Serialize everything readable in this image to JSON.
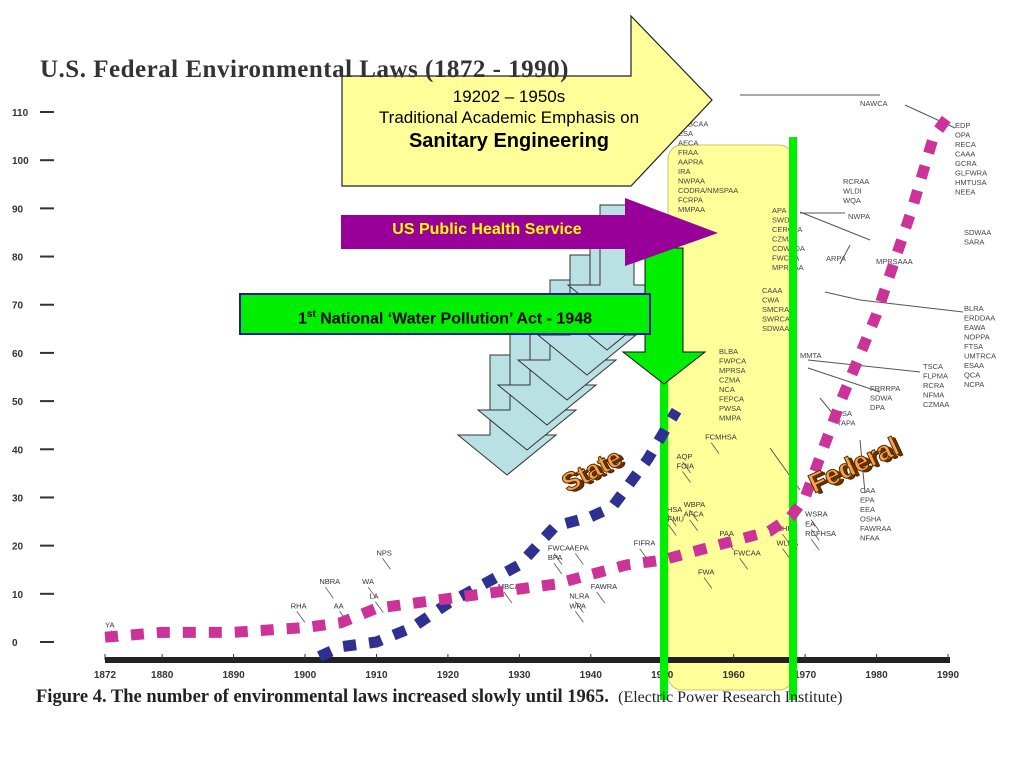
{
  "header": {
    "title": "U.S. Federal Environmental  Laws   (1872 - 1990)"
  },
  "caption": {
    "text": "Figure 4. The number of environmental laws increased slowly until 1965.",
    "source": "(Electric Power Research Institute)"
  },
  "callouts": {
    "sanitary_line1": "19202 – 1950s",
    "sanitary_line2": "Traditional Academic Emphasis on",
    "sanitary_line3": "Sanitary Engineering",
    "usphs": "US Public Health Service",
    "npa_prefix": "1",
    "npa_sup": "st",
    "npa_rest": " National ‘Water Pollution’ Act - 1948",
    "state": "State",
    "federal": "Federal"
  },
  "colors": {
    "state_line": "#2e3192",
    "federal_line": "#cc3399",
    "highlight_fill": "#ffff99",
    "bar_green": "#00ee00",
    "usphs_arrow": "#990099",
    "state_arrows": "#b9e0e3",
    "wordart": "#f6a54a"
  },
  "chart_data": {
    "type": "line",
    "title": "",
    "xlabel": "",
    "ylabel": "",
    "xlim": [
      1872,
      1990
    ],
    "ylim": [
      0,
      110
    ],
    "grid": false,
    "x_ticks": [
      "1872",
      "1880",
      "1890",
      "1900",
      "1910",
      "1920",
      "1930",
      "1940",
      "1950",
      "1960",
      "1970",
      "1980",
      "1990"
    ],
    "y_ticks": [
      "0",
      "10",
      "20",
      "30",
      "40",
      "50",
      "60",
      "70",
      "80",
      "90",
      "100",
      "110"
    ],
    "series": [
      {
        "name": "State",
        "style": "dashed",
        "x": [
          1902,
          1905,
          1910,
          1915,
          1920,
          1925,
          1930,
          1935,
          1940,
          1943,
          1945,
          1948,
          1950,
          1952
        ],
        "y": [
          -3,
          -1,
          0,
          3,
          8,
          12,
          16,
          24,
          26,
          28,
          32,
          38,
          43,
          48
        ]
      },
      {
        "name": "Federal",
        "style": "dashed",
        "x": [
          1872,
          1880,
          1890,
          1900,
          1905,
          1910,
          1915,
          1920,
          1925,
          1930,
          1935,
          1940,
          1945,
          1950,
          1955,
          1960,
          1965,
          1968,
          1970,
          1972,
          1975,
          1980,
          1985,
          1988,
          1990
        ],
        "y": [
          1,
          2,
          2,
          3,
          4,
          7,
          8,
          9,
          10,
          11,
          12,
          14,
          16,
          17,
          19,
          21,
          23,
          26,
          30,
          38,
          50,
          68,
          90,
          105,
          109
        ]
      }
    ],
    "law_labels": [
      {
        "x": 1872,
        "y": 3,
        "text": "YA"
      },
      {
        "x": 1898,
        "y": 7,
        "text": "RHA"
      },
      {
        "x": 1902,
        "y": 12,
        "text": "NBRA"
      },
      {
        "x": 1904,
        "y": 7,
        "text": "AA"
      },
      {
        "x": 1908,
        "y": 12,
        "text": "WA"
      },
      {
        "x": 1909,
        "y": 9,
        "text": "LA"
      },
      {
        "x": 1910,
        "y": 18,
        "text": "NPS"
      },
      {
        "x": 1927,
        "y": 11,
        "text": "MBCA"
      },
      {
        "x": 1934,
        "y": 19,
        "text": "FWCA"
      },
      {
        "x": 1934,
        "y": 17,
        "text": "BPA"
      },
      {
        "x": 1937,
        "y": 19,
        "text": "AEPA"
      },
      {
        "x": 1940,
        "y": 11,
        "text": "FAWRA"
      },
      {
        "x": 1937,
        "y": 9,
        "text": "NLRA"
      },
      {
        "x": 1937,
        "y": 7,
        "text": "WPA"
      },
      {
        "x": 1946,
        "y": 20,
        "text": "FIFRA"
      },
      {
        "x": 1955,
        "y": 14,
        "text": "FWA"
      },
      {
        "x": 1958,
        "y": 22,
        "text": "PAA"
      },
      {
        "x": 1960,
        "y": 18,
        "text": "FWCAA"
      },
      {
        "x": 1950,
        "y": 27,
        "text": "FHSA"
      },
      {
        "x": 1950,
        "y": 25,
        "text": "NFMU"
      },
      {
        "x": 1953,
        "y": 28,
        "text": "WBPA"
      },
      {
        "x": 1953,
        "y": 26,
        "text": "AFCA"
      },
      {
        "x": 1952,
        "y": 38,
        "text": "AQP"
      },
      {
        "x": 1952,
        "y": 36,
        "text": "FOIA"
      },
      {
        "x": 1956,
        "y": 42,
        "text": "FCMHSA"
      },
      {
        "x": 1966,
        "y": 23,
        "text": "NHPA"
      },
      {
        "x": 1966,
        "y": 20,
        "text": "WLDA"
      },
      {
        "x": 1970,
        "y": 26,
        "text": "WSRA"
      },
      {
        "x": 1970,
        "y": 24,
        "text": "EA"
      },
      {
        "x": 1970,
        "y": 22,
        "text": "RCFHSA"
      }
    ]
  }
}
